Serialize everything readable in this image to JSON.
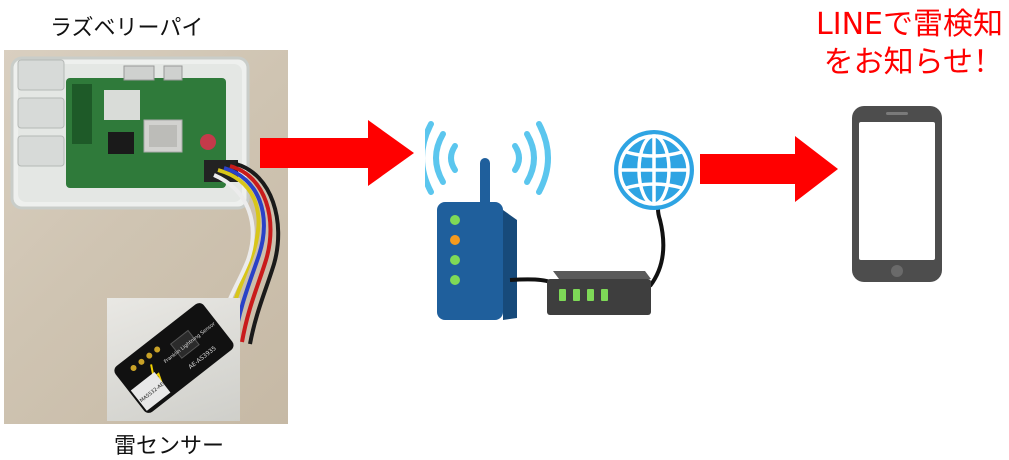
{
  "devices": {
    "raspberry_pi_label": "ラズベリーパイ",
    "sensor_label": "雷センサー"
  },
  "notification": {
    "line1": "LINEで雷検知",
    "line2": "をお知らせ！"
  },
  "sensor_board": {
    "chip_text": "MA5532-AE",
    "brand_text": "Franklin Lightning Sensor",
    "model_text": "AE-AS3935"
  },
  "colors": {
    "arrow": "#ff0000",
    "router": "#1f5f9c",
    "wifi": "#5bc6ee",
    "globe": "#2ea4e3",
    "led_green": "#7ed957",
    "led_orange": "#f39a1e",
    "phone_body": "#4d4d4d",
    "text_red": "#ff0000"
  },
  "icons": [
    "raspberry-pi-photo",
    "lightning-sensor-photo",
    "wifi-router-icon",
    "modem-icon",
    "globe-icon",
    "smartphone-icon",
    "arrow-icon"
  ]
}
